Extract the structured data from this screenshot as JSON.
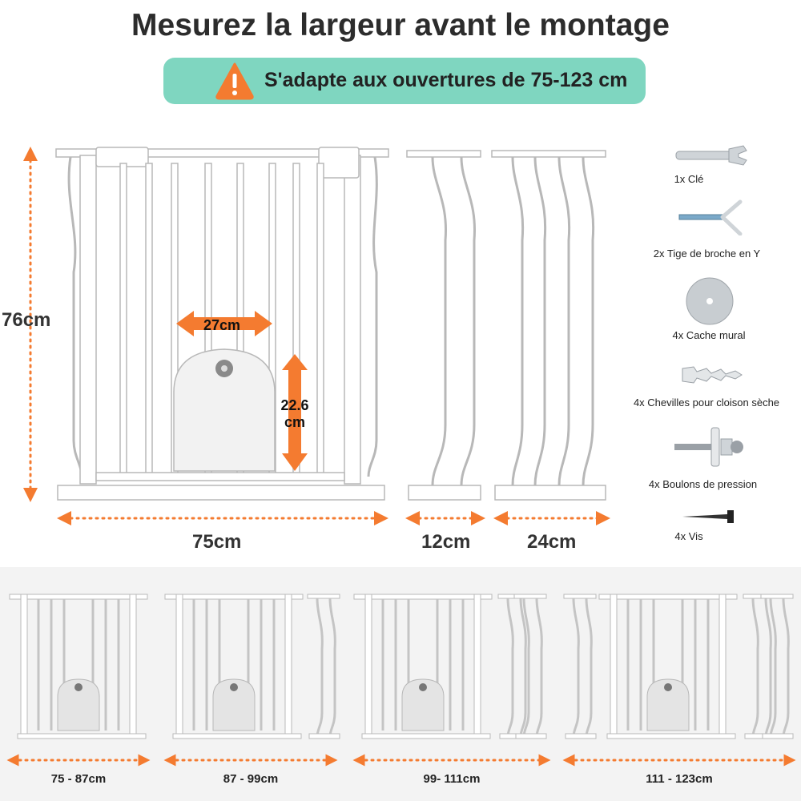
{
  "header": {
    "title": "Mesurez la largeur avant le montage",
    "banner_text": "S'adapte aux ouvertures de 75-123 cm"
  },
  "dimensions": {
    "height": "76cm",
    "door_width": "27cm",
    "door_height_line1": "22.6",
    "door_height_line2": "cm",
    "gate_width": "75cm",
    "ext_small": "12cm",
    "ext_large": "24cm"
  },
  "accessories": [
    {
      "label": "1x Clé",
      "icon": "wrench-icon"
    },
    {
      "label": "2x Tige de broche en Y",
      "icon": "y-rod-icon"
    },
    {
      "label": "4x Cache mural",
      "icon": "wall-cup-icon"
    },
    {
      "label": "4x Chevilles pour cloison sèche",
      "icon": "wall-anchor-icon"
    },
    {
      "label": "4x Boulons de pression",
      "icon": "pressure-bolt-icon"
    },
    {
      "label": "4x Vis",
      "icon": "screw-icon"
    }
  ],
  "ranges": [
    "75 - 87cm",
    "87 - 99cm",
    "99- 111cm",
    "111 - 123cm"
  ],
  "colors": {
    "accent": "#f47b30",
    "banner": "#7fd6c0",
    "warning": "#f47b30",
    "gate": "#ffffff",
    "gate_outline": "#b8b8b8"
  }
}
